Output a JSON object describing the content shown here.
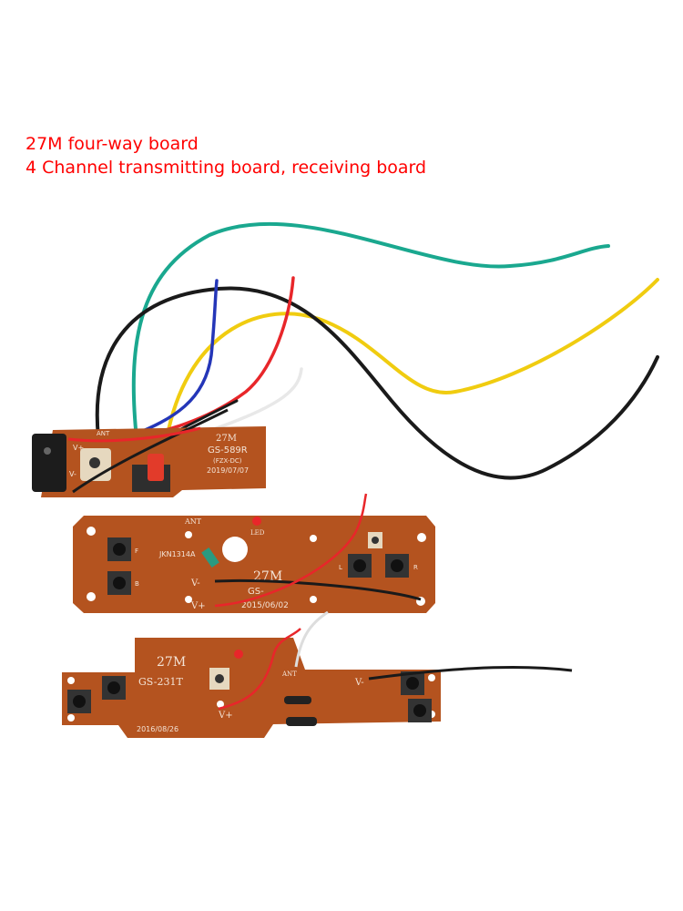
{
  "caption": {
    "line1": "27M four-way board",
    "line2": "4 Channel transmitting board, receiving board",
    "color": "#ff0000"
  },
  "boards": {
    "receiver": {
      "freq": "27M",
      "model": "GS-589R",
      "variant": "(FZX-DC)",
      "date": "2019/07/07",
      "vplus": "V+",
      "ant": "ANT",
      "vminus": "V-"
    },
    "transmitter_a": {
      "ant": "ANT",
      "led": "LED",
      "code": "JKN1314A",
      "freq": "27M",
      "model": "GS-",
      "date": "2015/06/02",
      "vminus": "V-",
      "vplus": "V+",
      "f": "F",
      "b": "B",
      "l": "L",
      "r": "R"
    },
    "transmitter_b": {
      "freq": "27M",
      "model": "GS-231T",
      "date": "2016/08/26",
      "ant": "ANT",
      "vplus": "V+",
      "vminus": "V-"
    }
  },
  "colors": {
    "pcb": "#b4531f",
    "green_wire": "#1aa88f",
    "yellow_wire": "#f0cc10",
    "black_wire": "#1a1a1a",
    "red_wire": "#e8262a",
    "blue_wire": "#2436b8",
    "white_wire": "#eeeeee"
  }
}
